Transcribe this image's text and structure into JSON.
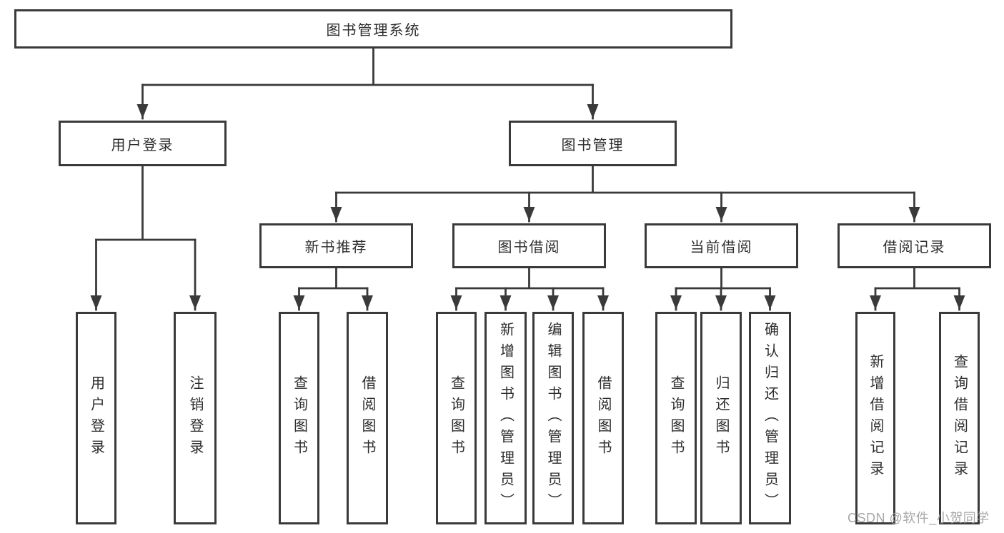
{
  "tree": {
    "root": {
      "label": "图书管理系统",
      "children": [
        {
          "label": "用户登录",
          "children": [
            {
              "label": "用户登录"
            },
            {
              "label": "注销登录"
            }
          ]
        },
        {
          "label": "图书管理",
          "children": [
            {
              "label": "新书推荐",
              "children": [
                {
                  "label": "查询图书"
                },
                {
                  "label": "借阅图书"
                }
              ]
            },
            {
              "label": "图书借阅",
              "children": [
                {
                  "label": "查询图书"
                },
                {
                  "label": "新增图书（管理员）"
                },
                {
                  "label": "编辑图书（管理员）"
                },
                {
                  "label": "借阅图书"
                }
              ]
            },
            {
              "label": "当前借阅",
              "children": [
                {
                  "label": "查询图书"
                },
                {
                  "label": "归还图书"
                },
                {
                  "label": "确认归还（管理员）"
                }
              ]
            },
            {
              "label": "借阅记录",
              "children": [
                {
                  "label": "新增借阅记录"
                },
                {
                  "label": "查询借阅记录"
                }
              ]
            }
          ]
        }
      ]
    }
  },
  "watermark": {
    "text": "CSDN @软件_小贺同学"
  },
  "colors": {
    "line": "#3a3a3a",
    "text": "#2d2d2d",
    "box_bg": "#ffffff",
    "watermark": "#9e9e9e"
  }
}
